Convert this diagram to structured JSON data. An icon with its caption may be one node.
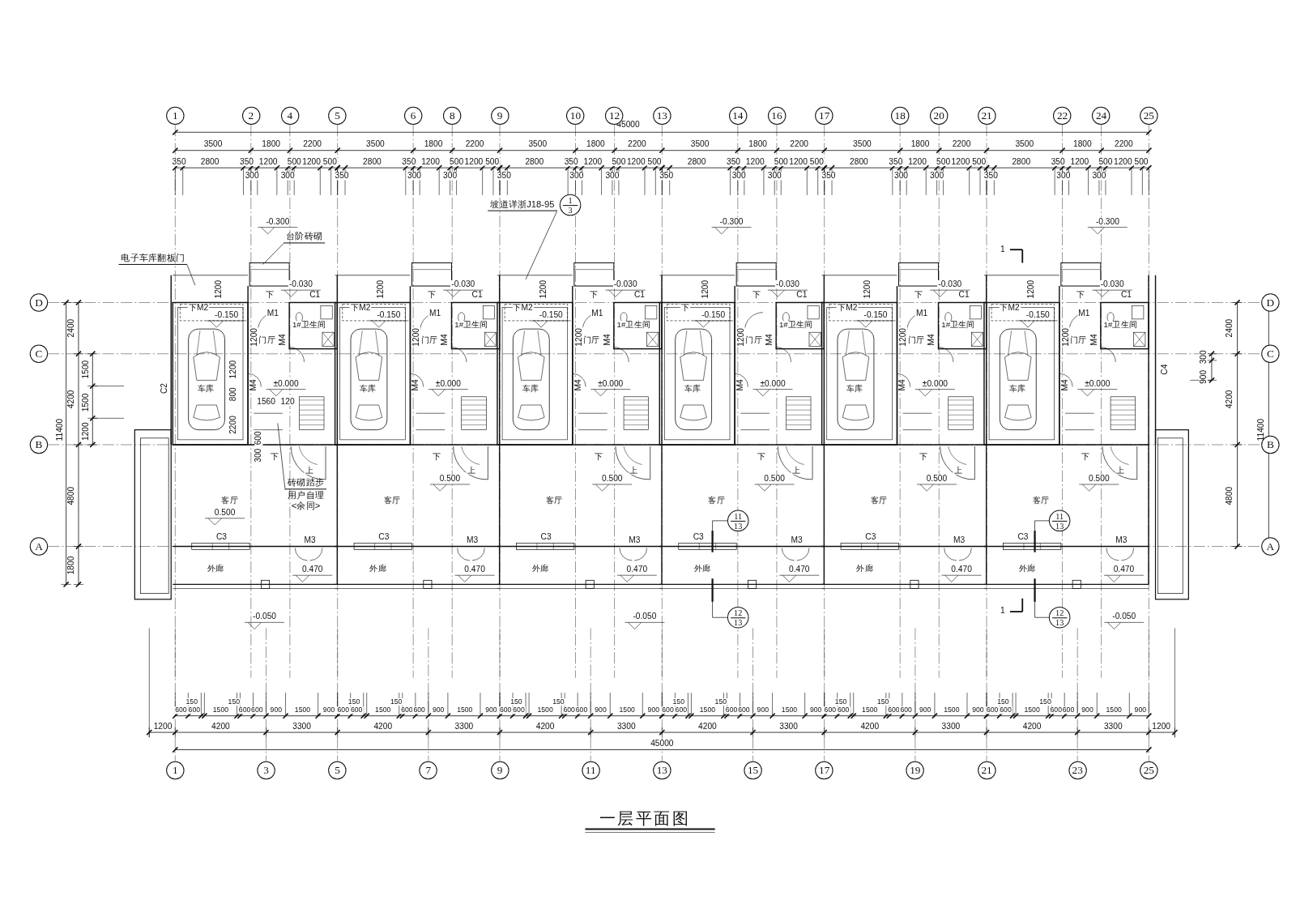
{
  "diagram": {
    "title": "一层平面图",
    "nodes": [
      {
        "text": [
          "1"
        ]
      },
      {
        "text": [
          "2"
        ]
      },
      {
        "text": [
          "4"
        ]
      },
      {
        "text": [
          "5"
        ]
      },
      {
        "text": [
          "6"
        ]
      },
      {
        "text": [
          "8"
        ]
      },
      {
        "text": [
          "9"
        ]
      },
      {
        "text": [
          "10"
        ]
      },
      {
        "text": [
          "12"
        ]
      },
      {
        "text": [
          "13"
        ]
      },
      {
        "text": [
          "14"
        ]
      },
      {
        "text": [
          "16"
        ]
      },
      {
        "text": [
          "17"
        ]
      },
      {
        "text": [
          "18"
        ]
      },
      {
        "text": [
          "20"
        ]
      },
      {
        "text": [
          "21"
        ]
      },
      {
        "text": [
          "22"
        ]
      },
      {
        "text": [
          "24"
        ]
      },
      {
        "text": [
          "25"
        ]
      },
      {
        "text": [
          "1"
        ]
      },
      {
        "text": [
          "3"
        ]
      },
      {
        "text": [
          "5"
        ]
      },
      {
        "text": [
          "7"
        ]
      },
      {
        "text": [
          "9"
        ]
      },
      {
        "text": [
          "11"
        ]
      },
      {
        "text": [
          "13"
        ]
      },
      {
        "text": [
          "15"
        ]
      },
      {
        "text": [
          "17"
        ]
      },
      {
        "text": [
          "19"
        ]
      },
      {
        "text": [
          "21"
        ]
      },
      {
        "text": [
          "23"
        ]
      },
      {
        "text": [
          "25"
        ]
      },
      {
        "text": [
          "D"
        ]
      },
      {
        "text": [
          "C"
        ]
      },
      {
        "text": [
          "B"
        ]
      },
      {
        "text": [
          "A"
        ]
      },
      {
        "text": [
          "D"
        ]
      },
      {
        "text": [
          "C"
        ]
      },
      {
        "text": [
          "B"
        ]
      },
      {
        "text": [
          "A"
        ]
      },
      {
        "text": [
          "1",
          "3"
        ]
      },
      {
        "text": [
          "11",
          "13"
        ]
      },
      {
        "text": [
          "11",
          "13"
        ]
      },
      {
        "text": [
          "12",
          "13"
        ]
      },
      {
        "text": [
          "12",
          "13"
        ]
      },
      {
        "text": [
          "电子车库翻板门"
        ]
      },
      {
        "text": [
          "台阶砖砌"
        ]
      },
      {
        "text": [
          "坡道详浙J18-95"
        ]
      },
      {
        "text": [
          "砖砌踏步",
          "用户自理",
          "<余同>"
        ]
      }
    ],
    "edges": [
      {
        "from": 45,
        "to": null,
        "arrow": "none"
      },
      {
        "from": 46,
        "to": null,
        "arrow": "none"
      },
      {
        "from": 47,
        "to": null,
        "arrow": "none"
      },
      {
        "from": 48,
        "to": null,
        "arrow": "none"
      }
    ],
    "labels": [
      "45000",
      "3500",
      "1800",
      "2200",
      "3500",
      "1800",
      "2200",
      "3500",
      "1800",
      "2200",
      "3500",
      "1800",
      "2200",
      "3500",
      "1800",
      "2200",
      "3500",
      "1800",
      "2200",
      "350",
      "2800",
      "350",
      "1200",
      "500",
      "1200",
      "500",
      "2800",
      "350",
      "1200",
      "500",
      "1200",
      "500",
      "2800",
      "350",
      "1200",
      "500",
      "1200",
      "500",
      "2800",
      "350",
      "1200",
      "500",
      "1200",
      "500",
      "2800",
      "350",
      "1200",
      "500",
      "1200",
      "500",
      "2800",
      "350",
      "1200",
      "500",
      "1200",
      "500",
      "300",
      "300",
      "350",
      "300",
      "300",
      "350",
      "300",
      "300",
      "350",
      "300",
      "300",
      "350",
      "300",
      "300",
      "350",
      "300",
      "300",
      "-0.300",
      "-0.300",
      "-0.300",
      "1",
      "1",
      "1200",
      "下M2",
      "-0.150",
      "下",
      "-0.030",
      "C1",
      "M1",
      "1#卫生间",
      "门厅",
      "M4",
      "1200",
      "车库",
      "M4",
      "±0.000",
      "下",
      "上",
      "客厅",
      "0.500",
      "C3",
      "M3",
      "外廊",
      "0.470",
      "1200",
      "800",
      "2200",
      "1560",
      "120",
      "300",
      "600",
      "C2",
      "1200",
      "下M2",
      "-0.150",
      "下",
      "-0.030",
      "C1",
      "M1",
      "1#卫生间",
      "门厅",
      "M4",
      "1200",
      "车库",
      "M4",
      "±0.000",
      "下",
      "上",
      "客厅",
      "0.500",
      "C3",
      "M3",
      "外廊",
      "0.470",
      "1200",
      "下M2",
      "-0.150",
      "下",
      "-0.030",
      "C1",
      "M1",
      "1#卫生间",
      "门厅",
      "M4",
      "1200",
      "车库",
      "M4",
      "±0.000",
      "下",
      "上",
      "客厅",
      "0.500",
      "C3",
      "M3",
      "外廊",
      "0.470",
      "1200",
      "下",
      "-0.150",
      "下",
      "-0.030",
      "C1",
      "1#卫生间",
      "门厅",
      "M4",
      "1200",
      "车库",
      "M4",
      "±0.000",
      "下",
      "上",
      "客厅",
      "0.500",
      "C3",
      "M3",
      "外廊",
      "0.470",
      "1200",
      "下M2",
      "-0.150",
      "下",
      "-0.030",
      "C1",
      "M1",
      "1#卫生间",
      "门厅",
      "M4",
      "1200",
      "车库",
      "M4",
      "±0.000",
      "下",
      "上",
      "客厅",
      "0.500",
      "C3",
      "M3",
      "外廊",
      "0.470",
      "1200",
      "下M2",
      "-0.150",
      "下",
      "-0.030",
      "C1",
      "M1",
      "1#卫生间",
      "门厅",
      "M4",
      "1200",
      "车库",
      "M4",
      "±0.000",
      "下",
      "上",
      "客厅",
      "0.500",
      "C3",
      "M3",
      "外廊",
      "0.470",
      "C4",
      "900",
      "300",
      "2400",
      "4200",
      "4800",
      "1800",
      "11400",
      "1500",
      "1500",
      "1200",
      "2400",
      "4200",
      "4800",
      "11400",
      "-0.050",
      "-0.050",
      "-0.050",
      "600",
      "600",
      "150",
      "1500",
      "150",
      "600",
      "600",
      "900",
      "1500",
      "900",
      "600",
      "600",
      "150",
      "1500",
      "150",
      "600",
      "600",
      "900",
      "1500",
      "900",
      "600",
      "600",
      "150",
      "1500",
      "150",
      "600",
      "600",
      "900",
      "1500",
      "900",
      "600",
      "600",
      "150",
      "1500",
      "150",
      "600",
      "600",
      "900",
      "1500",
      "900",
      "600",
      "600",
      "150",
      "1500",
      "150",
      "600",
      "600",
      "900",
      "1500",
      "900",
      "600",
      "600",
      "150",
      "1500",
      "150",
      "600",
      "600",
      "900",
      "1500",
      "900",
      "1200",
      "4200",
      "3300",
      "4200",
      "3300",
      "4200",
      "3300",
      "4200",
      "3300",
      "4200",
      "3300",
      "4200",
      "3300",
      "1200",
      "45000"
    ]
  }
}
